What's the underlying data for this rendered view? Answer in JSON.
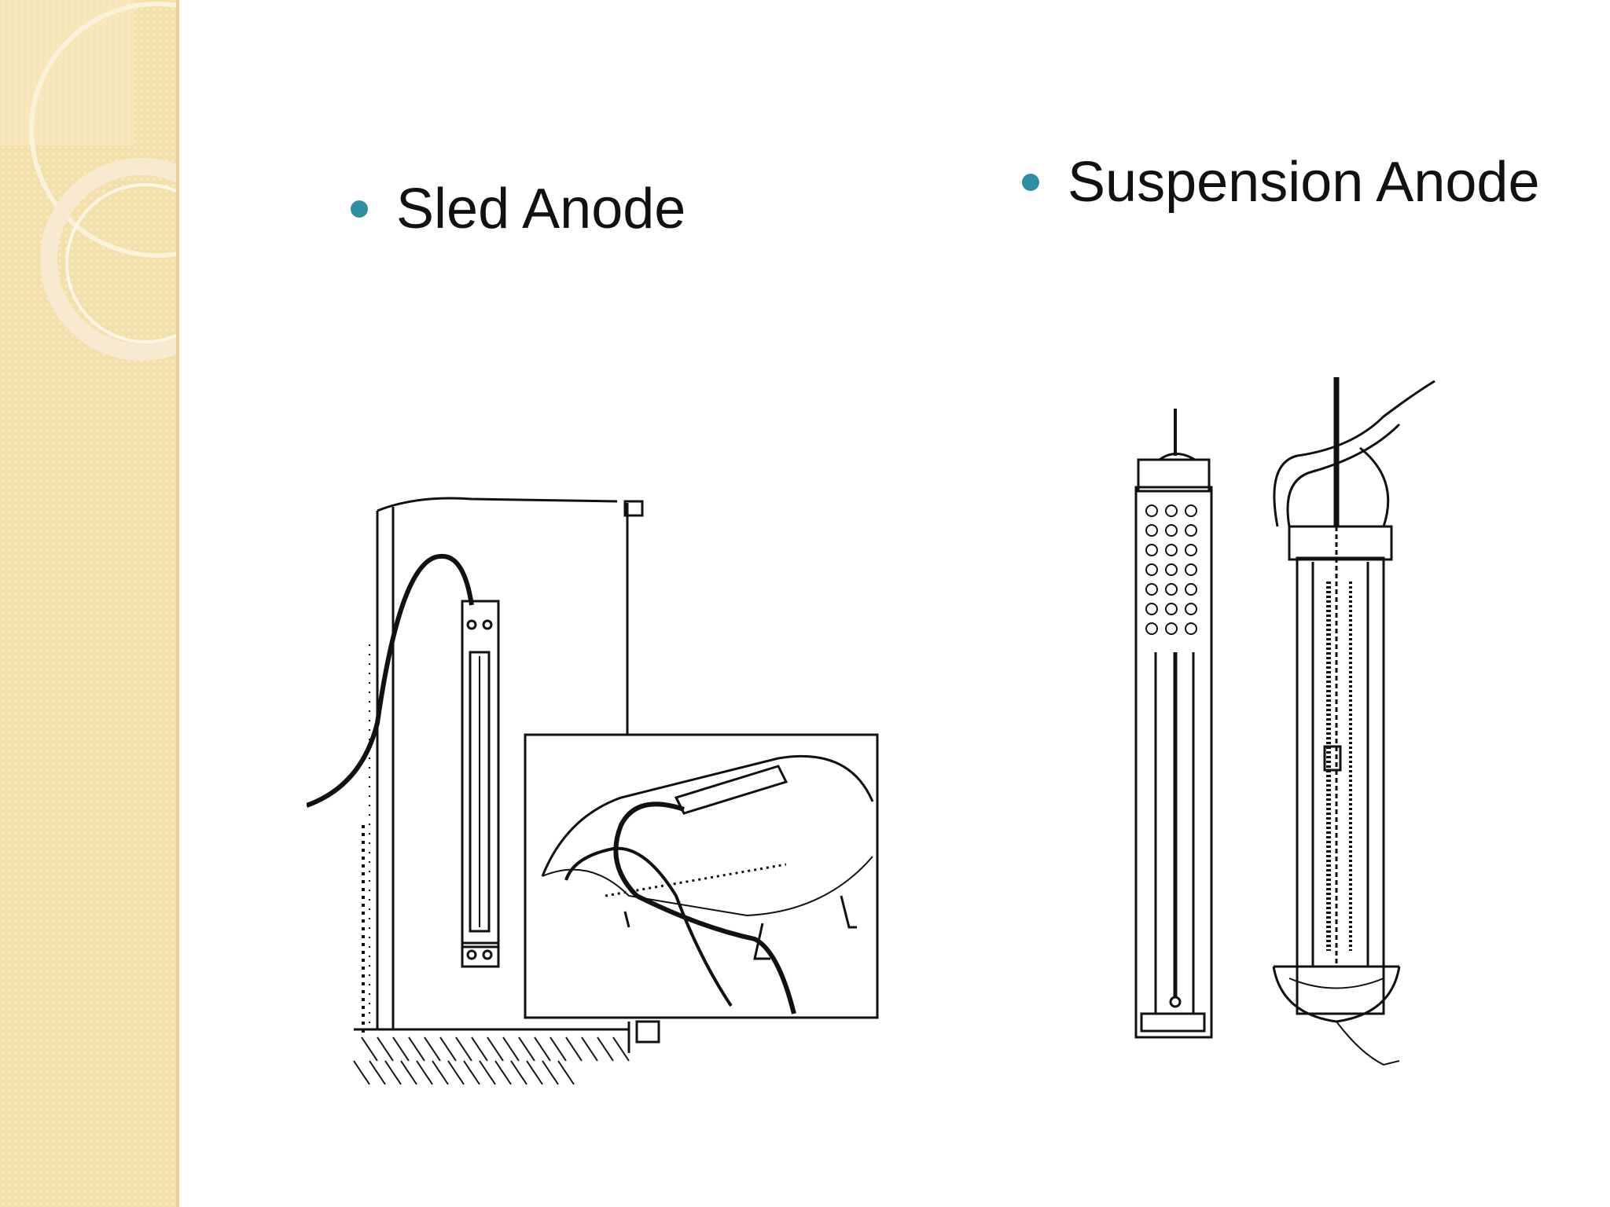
{
  "slide": {
    "bullets": [
      {
        "label": "Sled Anode"
      },
      {
        "label": "Suspension Anode"
      }
    ],
    "images": [
      {
        "name": "sled-anode-illustration"
      },
      {
        "name": "suspension-anode-illustration"
      }
    ]
  },
  "theme": {
    "sidebar_color": "#f3dfa9",
    "bullet_color": "#2e8ea3",
    "text_color": "#111111"
  }
}
